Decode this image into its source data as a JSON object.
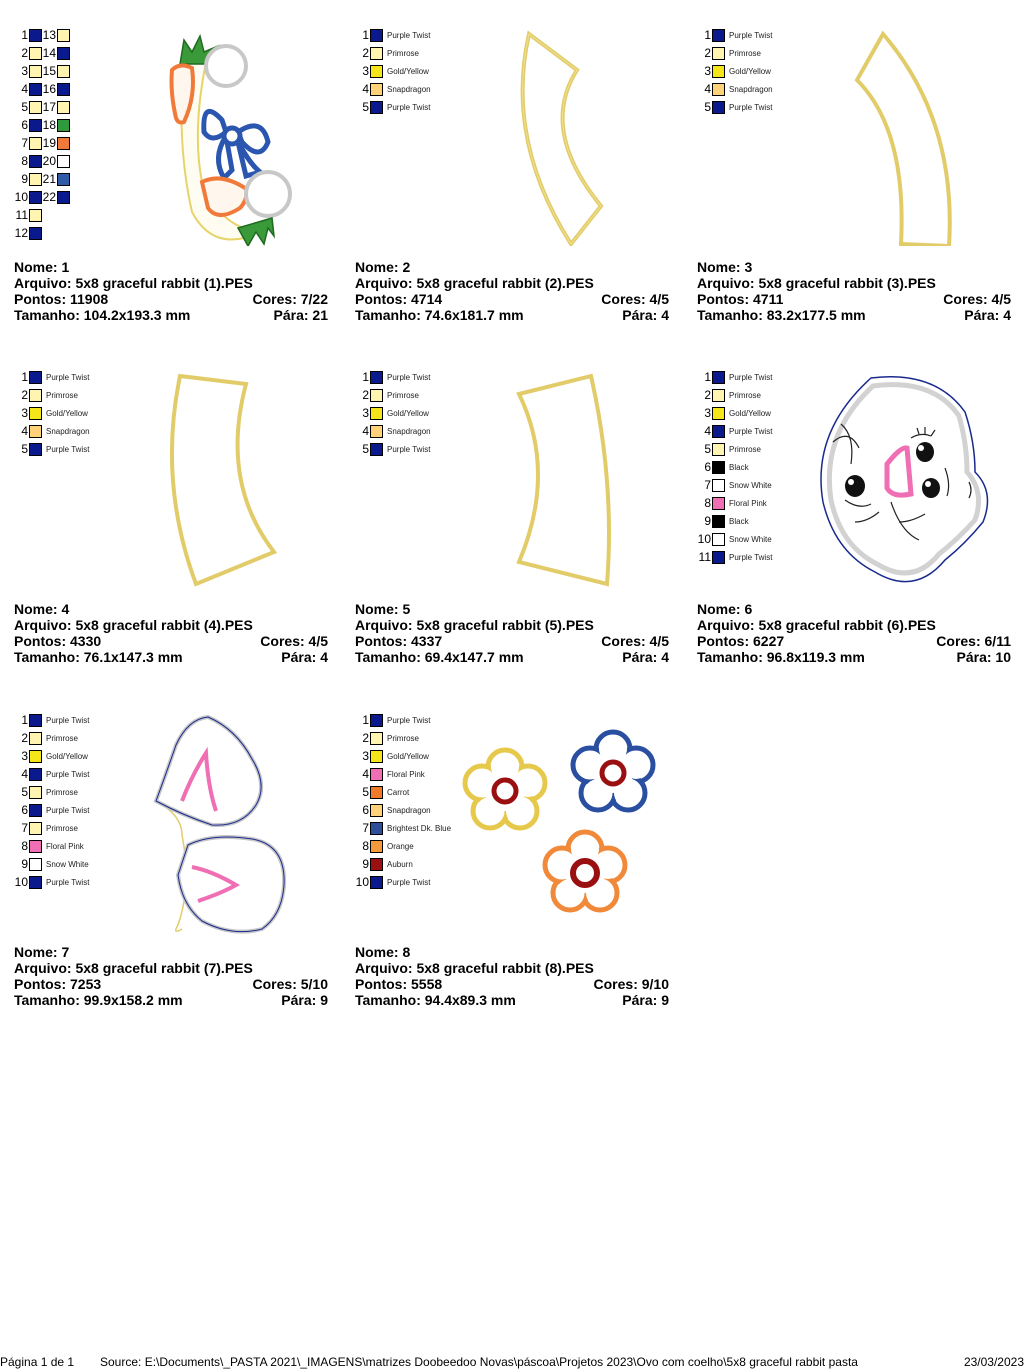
{
  "designs": [
    {
      "nome": "Nome: 1",
      "arquivo": "Arquivo: 5x8 graceful rabbit (1).PES",
      "pontos": "Pontos: 11908",
      "cores": "Cores: 7/22",
      "tamanho": "Tamanho: 104.2x193.3 mm",
      "para": "Pára: 21",
      "palette_grid": true,
      "colors": [
        {
          "n": "1",
          "hex": "#0a1a8c"
        },
        {
          "n": "2",
          "hex": "#fff4b0"
        },
        {
          "n": "3",
          "hex": "#fff4b0"
        },
        {
          "n": "4",
          "hex": "#0a1a8c"
        },
        {
          "n": "5",
          "hex": "#fff4b0"
        },
        {
          "n": "6",
          "hex": "#0a1a8c"
        },
        {
          "n": "7",
          "hex": "#fff4b0"
        },
        {
          "n": "8",
          "hex": "#0a1a8c"
        },
        {
          "n": "9",
          "hex": "#fff4b0"
        },
        {
          "n": "10",
          "hex": "#0a1a8c"
        },
        {
          "n": "11",
          "hex": "#fff4b0"
        },
        {
          "n": "12",
          "hex": "#0a1a8c"
        },
        {
          "n": "13",
          "hex": "#fff4b0"
        },
        {
          "n": "14",
          "hex": "#0a1a8c"
        },
        {
          "n": "15",
          "hex": "#fff4b0"
        },
        {
          "n": "16",
          "hex": "#0a1a8c"
        },
        {
          "n": "17",
          "hex": "#fff4b0"
        },
        {
          "n": "18",
          "hex": "#2e9a3c"
        },
        {
          "n": "19",
          "hex": "#f07a3a"
        },
        {
          "n": "20",
          "hex": "#ffffff"
        },
        {
          "n": "21",
          "hex": "#2e5aa8"
        },
        {
          "n": "22",
          "hex": "#0a1a8c"
        }
      ]
    },
    {
      "nome": "Nome: 2",
      "arquivo": "Arquivo: 5x8 graceful rabbit (2).PES",
      "pontos": "Pontos: 4714",
      "cores": "Cores: 4/5",
      "tamanho": "Tamanho: 74.6x181.7 mm",
      "para": "Pára: 4",
      "colors": [
        {
          "n": "1",
          "name": "Purple Twist",
          "hex": "#0a1a8c"
        },
        {
          "n": "2",
          "name": "Primrose",
          "hex": "#fff4b0"
        },
        {
          "n": "3",
          "name": "Gold/Yellow",
          "hex": "#f5e61a"
        },
        {
          "n": "4",
          "name": "Snapdragon",
          "hex": "#ffd27a"
        },
        {
          "n": "5",
          "name": "Purple Twist",
          "hex": "#0a1a8c"
        }
      ]
    },
    {
      "nome": "Nome: 3",
      "arquivo": "Arquivo: 5x8 graceful rabbit (3).PES",
      "pontos": "Pontos: 4711",
      "cores": "Cores: 4/5",
      "tamanho": "Tamanho: 83.2x177.5 mm",
      "para": "Pára: 4",
      "colors": [
        {
          "n": "1",
          "name": "Purple Twist",
          "hex": "#0a1a8c"
        },
        {
          "n": "2",
          "name": "Primrose",
          "hex": "#fff4b0"
        },
        {
          "n": "3",
          "name": "Gold/Yellow",
          "hex": "#f5e61a"
        },
        {
          "n": "4",
          "name": "Snapdragon",
          "hex": "#ffd27a"
        },
        {
          "n": "5",
          "name": "Purple Twist",
          "hex": "#0a1a8c"
        }
      ]
    },
    {
      "nome": "Nome: 4",
      "arquivo": "Arquivo: 5x8 graceful rabbit (4).PES",
      "pontos": "Pontos: 4330",
      "cores": "Cores: 4/5",
      "tamanho": "Tamanho: 76.1x147.3 mm",
      "para": "Pára: 4",
      "colors": [
        {
          "n": "1",
          "name": "Purple Twist",
          "hex": "#0a1a8c"
        },
        {
          "n": "2",
          "name": "Primrose",
          "hex": "#fff4b0"
        },
        {
          "n": "3",
          "name": "Gold/Yellow",
          "hex": "#f5e61a"
        },
        {
          "n": "4",
          "name": "Snapdragon",
          "hex": "#ffd27a"
        },
        {
          "n": "5",
          "name": "Purple Twist",
          "hex": "#0a1a8c"
        }
      ]
    },
    {
      "nome": "Nome: 5",
      "arquivo": "Arquivo: 5x8 graceful rabbit (5).PES",
      "pontos": "Pontos: 4337",
      "cores": "Cores: 4/5",
      "tamanho": "Tamanho: 69.4x147.7 mm",
      "para": "Pára: 4",
      "colors": [
        {
          "n": "1",
          "name": "Purple Twist",
          "hex": "#0a1a8c"
        },
        {
          "n": "2",
          "name": "Primrose",
          "hex": "#fff4b0"
        },
        {
          "n": "3",
          "name": "Gold/Yellow",
          "hex": "#f5e61a"
        },
        {
          "n": "4",
          "name": "Snapdragon",
          "hex": "#ffd27a"
        },
        {
          "n": "5",
          "name": "Purple Twist",
          "hex": "#0a1a8c"
        }
      ]
    },
    {
      "nome": "Nome: 6",
      "arquivo": "Arquivo: 5x8 graceful rabbit (6).PES",
      "pontos": "Pontos: 6227",
      "cores": "Cores: 6/11",
      "tamanho": "Tamanho: 96.8x119.3 mm",
      "para": "Pára: 10",
      "colors": [
        {
          "n": "1",
          "name": "Purple Twist",
          "hex": "#0a1a8c"
        },
        {
          "n": "2",
          "name": "Primrose",
          "hex": "#fff4b0"
        },
        {
          "n": "3",
          "name": "Gold/Yellow",
          "hex": "#f5e61a"
        },
        {
          "n": "4",
          "name": "Purple Twist",
          "hex": "#0a1a8c"
        },
        {
          "n": "5",
          "name": "Primrose",
          "hex": "#fff4b0"
        },
        {
          "n": "6",
          "name": "Black",
          "hex": "#000000"
        },
        {
          "n": "7",
          "name": "Snow White",
          "hex": "#ffffff"
        },
        {
          "n": "8",
          "name": "Floral Pink",
          "hex": "#f06eb4"
        },
        {
          "n": "9",
          "name": "Black",
          "hex": "#000000"
        },
        {
          "n": "10",
          "name": "Snow White",
          "hex": "#ffffff"
        },
        {
          "n": "11",
          "name": "Purple Twist",
          "hex": "#0a1a8c"
        }
      ]
    },
    {
      "nome": "Nome: 7",
      "arquivo": "Arquivo: 5x8 graceful rabbit (7).PES",
      "pontos": "Pontos: 7253",
      "cores": "Cores: 5/10",
      "tamanho": "Tamanho: 99.9x158.2 mm",
      "para": "Pára: 9",
      "colors": [
        {
          "n": "1",
          "name": "Purple Twist",
          "hex": "#0a1a8c"
        },
        {
          "n": "2",
          "name": "Primrose",
          "hex": "#fff4b0"
        },
        {
          "n": "3",
          "name": "Gold/Yellow",
          "hex": "#f5e61a"
        },
        {
          "n": "4",
          "name": "Purple Twist",
          "hex": "#0a1a8c"
        },
        {
          "n": "5",
          "name": "Primrose",
          "hex": "#fff4b0"
        },
        {
          "n": "6",
          "name": "Purple Twist",
          "hex": "#0a1a8c"
        },
        {
          "n": "7",
          "name": "Primrose",
          "hex": "#fff4b0"
        },
        {
          "n": "8",
          "name": "Floral Pink",
          "hex": "#f06eb4"
        },
        {
          "n": "9",
          "name": "Snow White",
          "hex": "#ffffff"
        },
        {
          "n": "10",
          "name": "Purple Twist",
          "hex": "#0a1a8c"
        }
      ]
    },
    {
      "nome": "Nome: 8",
      "arquivo": "Arquivo: 5x8 graceful rabbit (8).PES",
      "pontos": "Pontos: 5558",
      "cores": "Cores: 9/10",
      "tamanho": "Tamanho: 94.4x89.3 mm",
      "para": "Pára: 9",
      "colors": [
        {
          "n": "1",
          "name": "Purple Twist",
          "hex": "#0a1a8c"
        },
        {
          "n": "2",
          "name": "Primrose",
          "hex": "#fff4b0"
        },
        {
          "n": "3",
          "name": "Gold/Yellow",
          "hex": "#f5e61a"
        },
        {
          "n": "4",
          "name": "Floral Pink",
          "hex": "#f06eb4"
        },
        {
          "n": "5",
          "name": "Carrot",
          "hex": "#f07a2a"
        },
        {
          "n": "6",
          "name": "Snapdragon",
          "hex": "#ffd27a"
        },
        {
          "n": "7",
          "name": "Brightest Dk. Blue",
          "hex": "#2e4e9a"
        },
        {
          "n": "8",
          "name": "Orange",
          "hex": "#f59a3a"
        },
        {
          "n": "9",
          "name": "Auburn",
          "hex": "#9a1010"
        },
        {
          "n": "10",
          "name": "Purple Twist",
          "hex": "#0a1a8c"
        }
      ]
    }
  ],
  "footer": {
    "page": "Página 1 de 1",
    "source": "Source: E:\\Documents\\_PASTA 2021\\_IMAGENS\\matrizes Doobeedoo Novas\\páscoa\\Projetos 2023\\Ovo com coelho\\5x8 graceful rabbit pasta",
    "date": "23/03/2023"
  }
}
